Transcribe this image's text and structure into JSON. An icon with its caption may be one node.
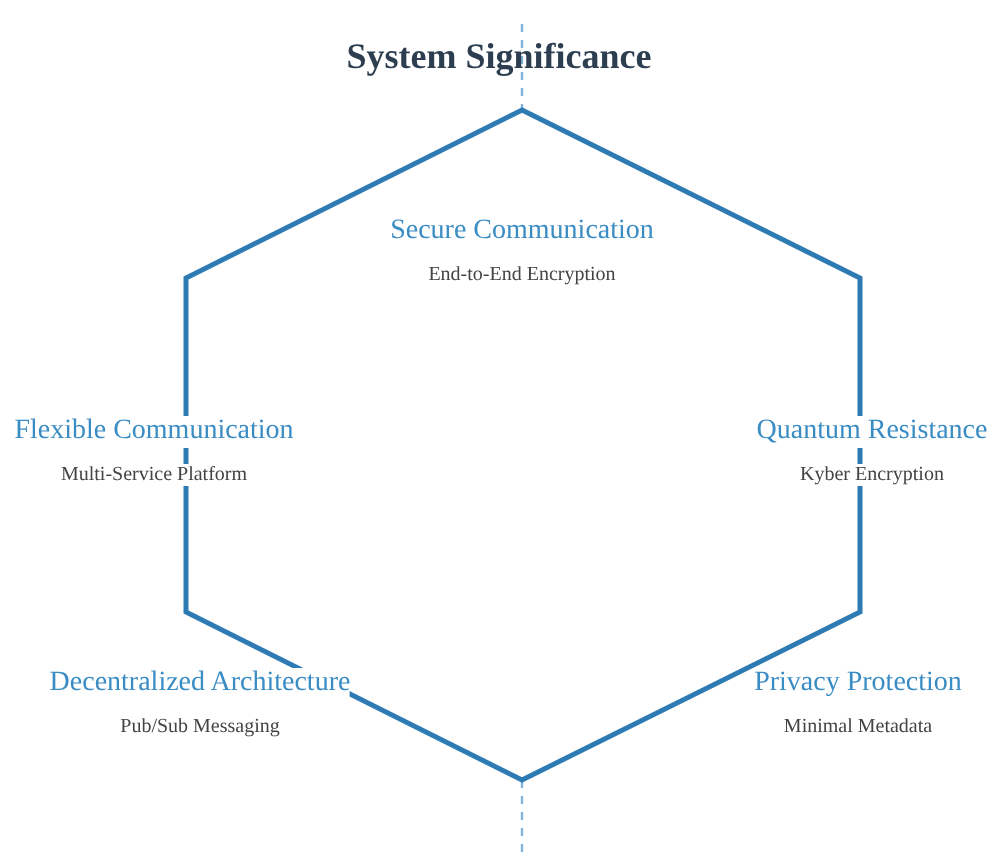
{
  "diagram": {
    "title": "System Significance",
    "nodes": [
      {
        "text": [],
        "shape": "hexagon"
      },
      {
        "text": [
          "Secure Communication",
          "End-to-End Encryption"
        ],
        "in": 0
      },
      {
        "text": [
          "Flexible Communication",
          "Multi-Service Platform"
        ]
      },
      {
        "text": [
          "Quantum Resistance",
          "Kyber Encryption"
        ]
      },
      {
        "text": [
          "Decentralized Architecture",
          "Pub/Sub Messaging"
        ]
      },
      {
        "text": [
          "Privacy Protection",
          "Minimal Metadata"
        ]
      }
    ],
    "edges": []
  }
}
